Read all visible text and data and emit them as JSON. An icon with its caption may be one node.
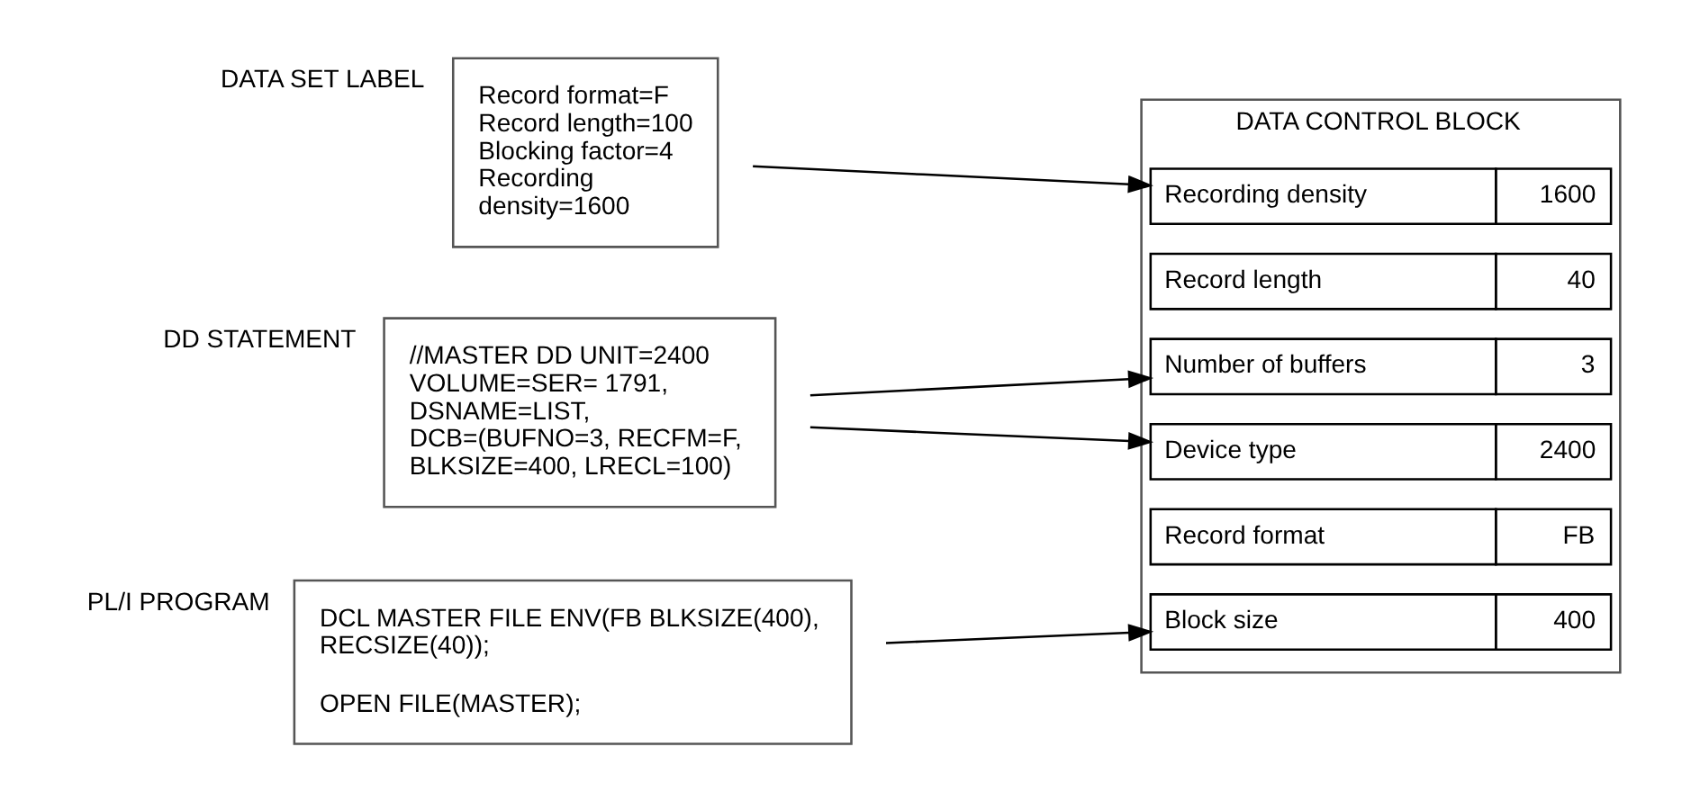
{
  "diagram": {
    "nodes": [
      {
        "text": [
          "DCL MASTER FILE ENV(FB BLKSIZE(400), RECSIZE(40));",
          "OPEN FILE(MASTER);"
        ],
        "beside": [
          "PL/I PROGRAM"
        ]
      },
      {
        "text": [
          "//MASTER DD UNIT=2400 VOLUME=SER= 1791, DSNAME=LIST, DCB=(BUFNO=3, RECFM=F, BLKSIZE=400, LRECL=100)"
        ],
        "beside": [
          "DD STATEMENT"
        ]
      },
      {
        "text": [
          "Record format=F Record length=100 Blocking factor=4 Recording density=1600"
        ],
        "beside": [
          "DATA SET LABEL"
        ]
      },
      {
        "text": [
          "DATA CONTROL BLOCK"
        ]
      },
      {
        "text": [
          "Record format",
          "FB"
        ],
        "in": 3
      },
      {
        "text": [
          "Block size",
          "400"
        ],
        "in": 3
      },
      {
        "text": [
          "Record length",
          "40"
        ],
        "in": 3
      },
      {
        "text": [
          "Device type",
          "2400"
        ],
        "in": 3
      },
      {
        "text": [
          "Number of buffers",
          "3"
        ],
        "in": 3
      },
      {
        "text": [
          "Recording density",
          "1600"
        ],
        "in": 3
      }
    ],
    "edges": [
      {
        "from": 0,
        "to": 5,
        "arrow": "to"
      },
      {
        "from": 1,
        "to": 7,
        "arrow": "to"
      },
      {
        "from": 1,
        "to": 8,
        "arrow": "to"
      },
      {
        "from": 2,
        "to": 9,
        "arrow": "to"
      }
    ]
  }
}
